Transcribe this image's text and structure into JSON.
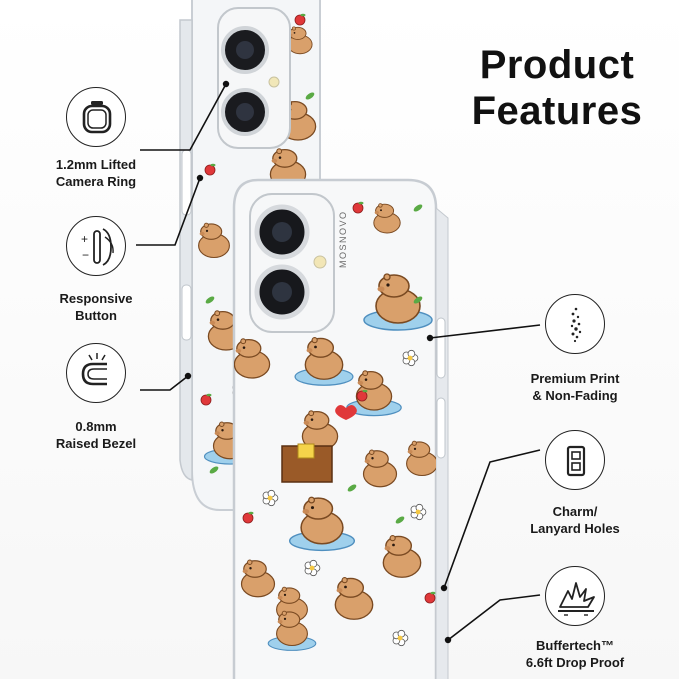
{
  "title": {
    "line1": "Product",
    "line2": "Features"
  },
  "brand": "MOSNOVO",
  "features": [
    {
      "id": "camera-ring",
      "line1": "1.2mm Lifted",
      "line2": "Camera Ring",
      "icon": "camera-ring-icon"
    },
    {
      "id": "button",
      "line1": "Responsive",
      "line2": "Button",
      "icon": "button-press-icon"
    },
    {
      "id": "bezel",
      "line1": "0.8mm",
      "line2": "Raised Bezel",
      "icon": "raised-bezel-icon"
    },
    {
      "id": "print",
      "line1": "Premium Print",
      "line2": "& Non-Fading",
      "icon": "print-dots-icon"
    },
    {
      "id": "holes",
      "line1": "Charm/",
      "line2": "Lanyard Holes",
      "icon": "lanyard-hole-icon"
    },
    {
      "id": "drop",
      "line1": "Buffertech™",
      "line2": "6.6ft Drop Proof",
      "icon": "impact-burst-icon"
    }
  ],
  "colors": {
    "fur": "#d9a06b",
    "fur_outline": "#7a4a22",
    "water": "#9fd0ec",
    "apple": "#e0383a",
    "leaf": "#5aaa45",
    "flower_center": "#f5c842"
  }
}
